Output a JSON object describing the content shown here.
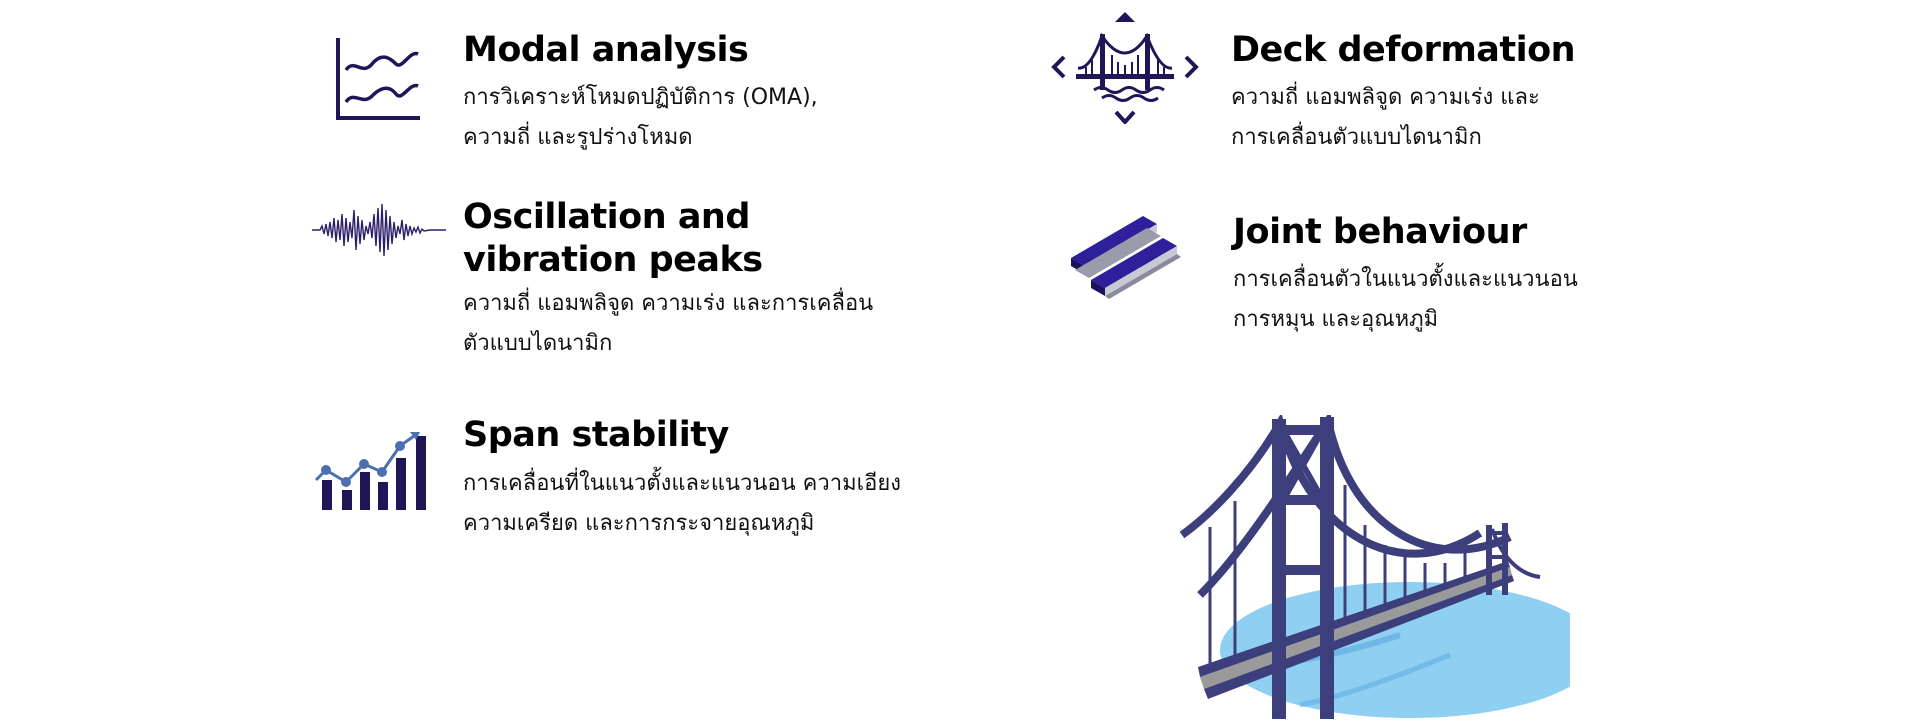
{
  "features": [
    {
      "title": "Modal analysis",
      "description": [
        "การวิเคราะห์โหมดปฏิบัติการ (OMA),",
        "ความถี่ และรูปร่างโหมด"
      ],
      "icon": "line-graph-icon"
    },
    {
      "title": "Deck deformation",
      "description": [
        "ความถี่ แอมพลิจูด ความเร่ง และ",
        "การเคลื่อนตัวแบบไดนามิก"
      ],
      "icon": "bridge-movement-icon"
    },
    {
      "title": "Oscillation and",
      "title_line2": "vibration peaks",
      "description": [
        "ความถี่ แอมพลิจูด ความเร่ง และการเคลื่อน",
        "ตัวแบบไดนามิก"
      ],
      "icon": "waveform-icon"
    },
    {
      "title": "Joint behaviour",
      "description": [
        "การเคลื่อนตัวในแนวตั้งและแนวนอน",
        "การหมุน และอุณหภูมิ"
      ],
      "icon": "beam-joint-icon"
    },
    {
      "title": "Span stability",
      "description": [
        "การเคลื่อนที่ในแนวตั้งและแนวนอน ความเอียง",
        "ความเครียด และการกระจายอุณหภูมิ"
      ],
      "icon": "bar-chart-trend-icon"
    }
  ],
  "colors": {
    "icon_primary": "#1f1557",
    "icon_purple": "#2e1f9a",
    "bridge_structure": "#3c3f7c",
    "water": "#8fcff2",
    "deck_road": "#9a9a9a"
  },
  "illustration": "suspension-bridge-illustration"
}
